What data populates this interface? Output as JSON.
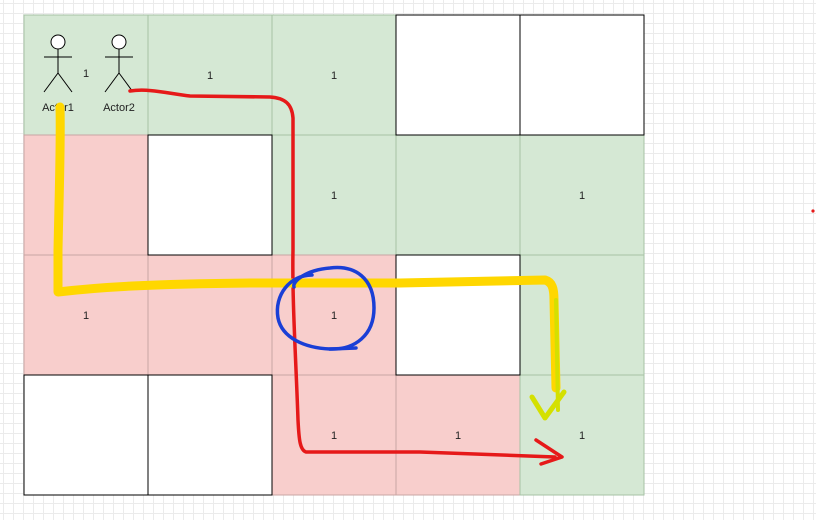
{
  "grid": {
    "rows": [
      [
        {
          "fill": "green",
          "label": "1"
        },
        {
          "fill": "green",
          "label": "1"
        },
        {
          "fill": "green",
          "label": "1"
        },
        {
          "fill": "white",
          "label": ""
        },
        {
          "fill": "white",
          "label": ""
        }
      ],
      [
        {
          "fill": "red",
          "label": ""
        },
        {
          "fill": "white",
          "label": ""
        },
        {
          "fill": "green",
          "label": "1"
        },
        {
          "fill": "green",
          "label": ""
        },
        {
          "fill": "green",
          "label": "1"
        }
      ],
      [
        {
          "fill": "red",
          "label": "1"
        },
        {
          "fill": "red",
          "label": ""
        },
        {
          "fill": "red",
          "label": "1"
        },
        {
          "fill": "white",
          "label": ""
        },
        {
          "fill": "green",
          "label": ""
        }
      ],
      [
        {
          "fill": "white",
          "label": ""
        },
        {
          "fill": "white",
          "label": ""
        },
        {
          "fill": "red",
          "label": "1"
        },
        {
          "fill": "red",
          "label": "1"
        },
        {
          "fill": "green",
          "label": "1"
        }
      ]
    ]
  },
  "actors": [
    {
      "name": "Actor1"
    },
    {
      "name": "Actor2"
    }
  ],
  "colors": {
    "green": "#d5e8d4",
    "red": "#f8cecc",
    "white": "#ffffff",
    "cell_border": "#82b366",
    "white_border": "#000000",
    "yellow_path": "#ffd700",
    "yellow_arrow": "#d4e000",
    "red_path": "#e61919",
    "blue_circle": "#1a3fd6"
  },
  "annotations": [
    {
      "type": "yellow-path",
      "description": "Actor1 route"
    },
    {
      "type": "red-path",
      "description": "Actor2 route"
    },
    {
      "type": "blue-circle",
      "description": "intersection highlight"
    }
  ]
}
